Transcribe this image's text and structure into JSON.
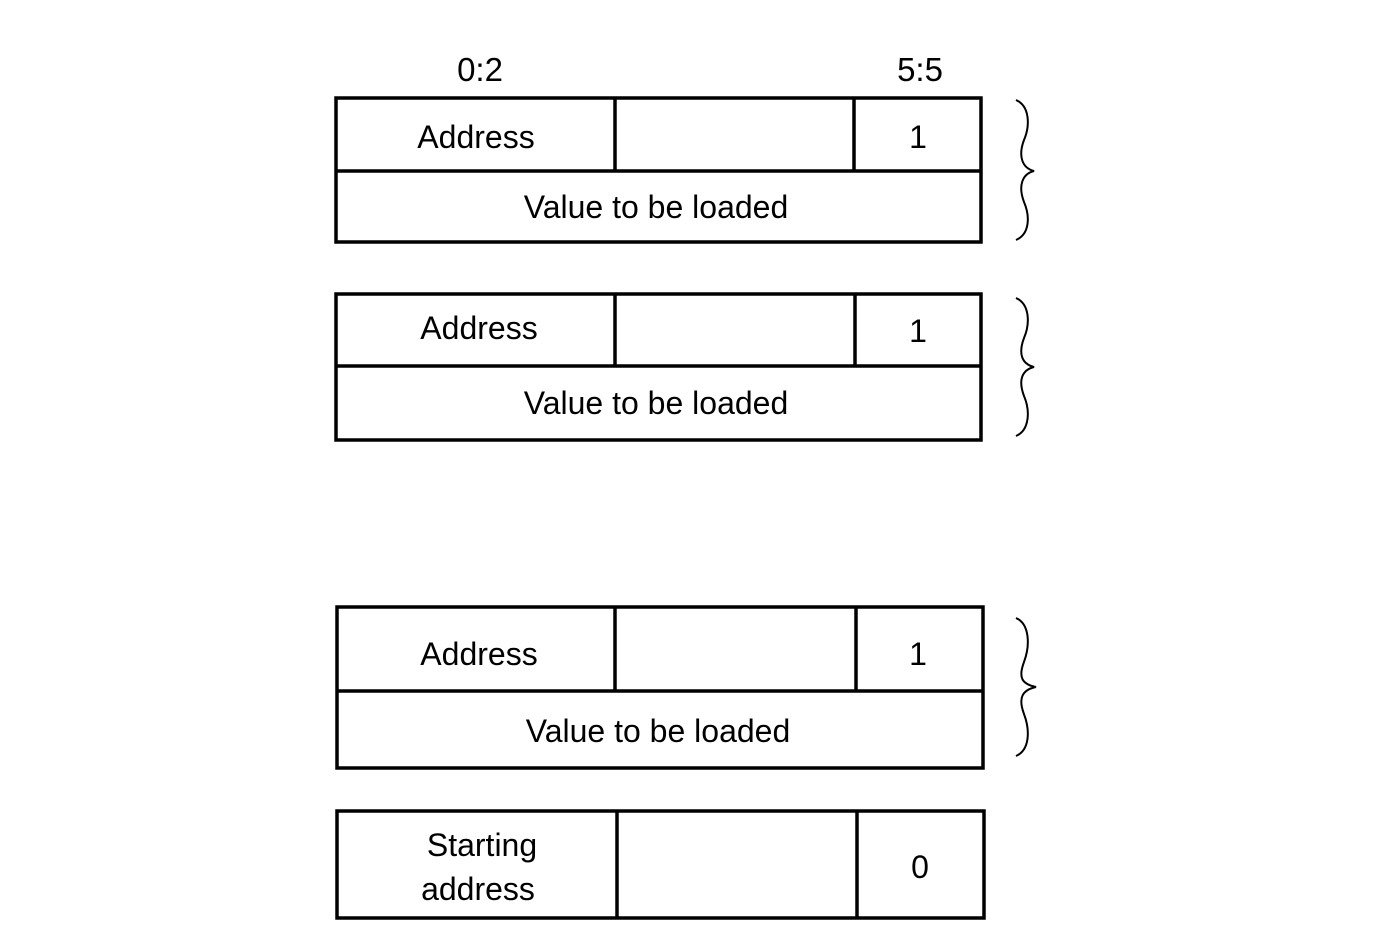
{
  "field_labels": {
    "left": "0:2",
    "right": "5:5"
  },
  "cards": [
    {
      "address": "Address",
      "flag": "1",
      "value": "Value to be loaded"
    },
    {
      "address": "Address",
      "flag": "1",
      "value": "Value to be loaded"
    },
    {
      "address": "Address",
      "flag": "1",
      "value": "Value to be loaded"
    }
  ],
  "transfer": {
    "line1": "Starting",
    "line2": "address",
    "flag": "0"
  },
  "colors": {
    "ink": "#000000",
    "background": "#ffffff"
  }
}
